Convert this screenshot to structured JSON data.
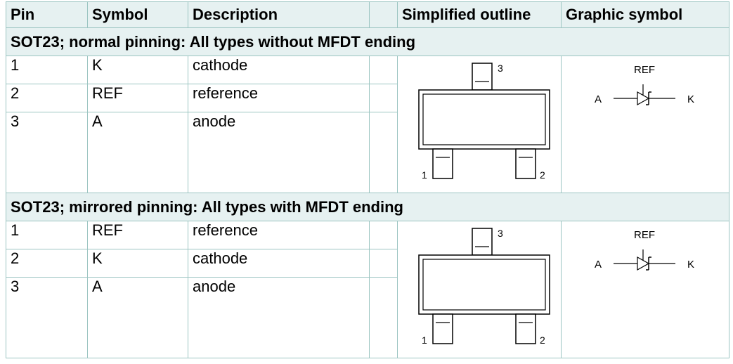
{
  "columns": {
    "pin": "Pin",
    "symbol": "Symbol",
    "description": "Description",
    "outline": "Simplified outline",
    "graphic": "Graphic symbol"
  },
  "sections": [
    {
      "title": "SOT23; normal pinning: All types without MFDT ending",
      "rows": [
        {
          "pin": "1",
          "symbol": "K",
          "description": "cathode"
        },
        {
          "pin": "2",
          "symbol": "REF",
          "description": "reference"
        },
        {
          "pin": "3",
          "symbol": "A",
          "description": "anode"
        }
      ],
      "outline_pins": {
        "top": "3",
        "bottom_left": "1",
        "bottom_right": "2"
      },
      "graphic_labels": {
        "ref": "REF",
        "anode": "A",
        "cathode": "K"
      }
    },
    {
      "title": "SOT23; mirrored pinning: All types with MFDT ending",
      "rows": [
        {
          "pin": "1",
          "symbol": "REF",
          "description": "reference"
        },
        {
          "pin": "2",
          "symbol": "K",
          "description": "cathode"
        },
        {
          "pin": "3",
          "symbol": "A",
          "description": "anode"
        }
      ],
      "outline_pins": {
        "top": "3",
        "bottom_left": "1",
        "bottom_right": "2"
      },
      "graphic_labels": {
        "ref": "REF",
        "anode": "A",
        "cathode": "K"
      }
    }
  ],
  "colors": {
    "border": "#9cc5c2",
    "header_bg": "#e6f1f1"
  }
}
